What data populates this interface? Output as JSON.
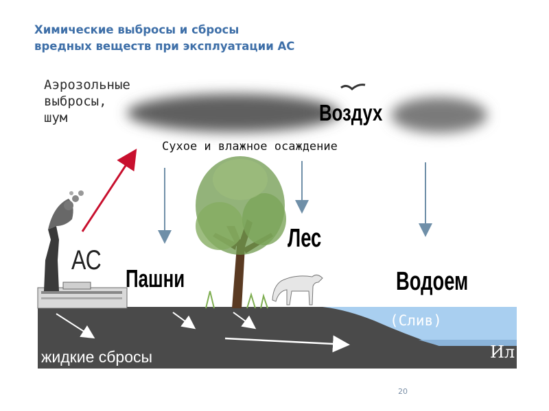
{
  "slide": {
    "title_line1": "Химические выбросы и сбросы",
    "title_line2": "вредных веществ при эксплуатации АС",
    "page_number": "20"
  },
  "diagram": {
    "aerosol_line1": "Аэрозольные",
    "aerosol_line2": "выбросы,",
    "aerosol_line3": "шум",
    "air": "Воздух",
    "deposition": "Сухое и влажное осаждение",
    "npp": "АС",
    "fields": "Пашни",
    "forest": "Лес",
    "water_body": "Водоем",
    "discharge": "(Слив)",
    "silt": "Ил",
    "liquid_discharges": "жидкие сбросы"
  },
  "colors": {
    "title": "#3e6fa8",
    "arrow_red": "#c8102e",
    "arrow_blue": "#6f8fa8",
    "ground": "#4a4a4a",
    "water": "#a9cff0",
    "cloud": "#6a6a6a",
    "tree_foliage": "#6f9a4e"
  }
}
